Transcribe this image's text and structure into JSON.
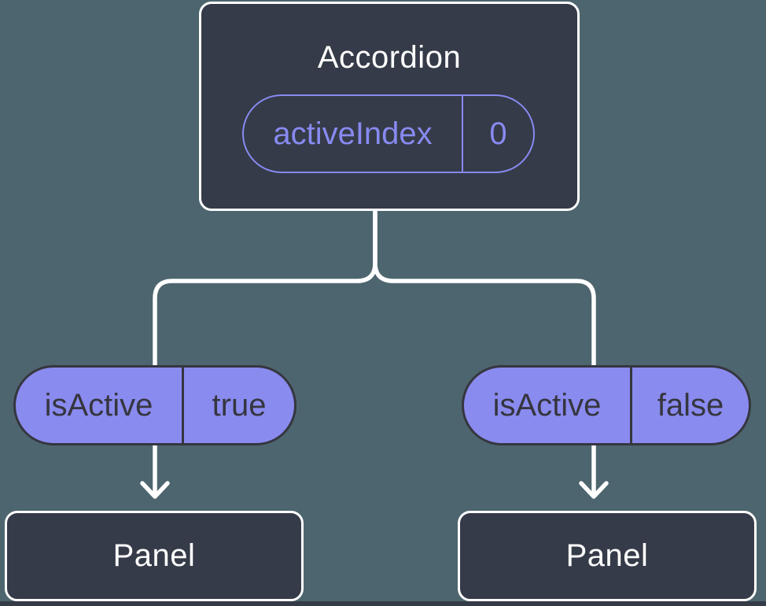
{
  "tree": {
    "root": {
      "label": "Accordion",
      "prop": {
        "name": "activeIndex",
        "value": "0"
      }
    },
    "branches": [
      {
        "prop": {
          "name": "isActive",
          "value": "true"
        },
        "child": {
          "label": "Panel"
        }
      },
      {
        "prop": {
          "name": "isActive",
          "value": "false"
        },
        "child": {
          "label": "Panel"
        }
      }
    ]
  },
  "colors": {
    "background": "#4D656E",
    "node_fill": "#353B48",
    "node_border": "#FFFFFF",
    "connector": "#FFFFFF",
    "pill_solid_fill": "#8A8BEF",
    "pill_outline_accent": "#888AF1",
    "pill_dark_text": "#35363F",
    "bottom_strip": "#343B46"
  }
}
